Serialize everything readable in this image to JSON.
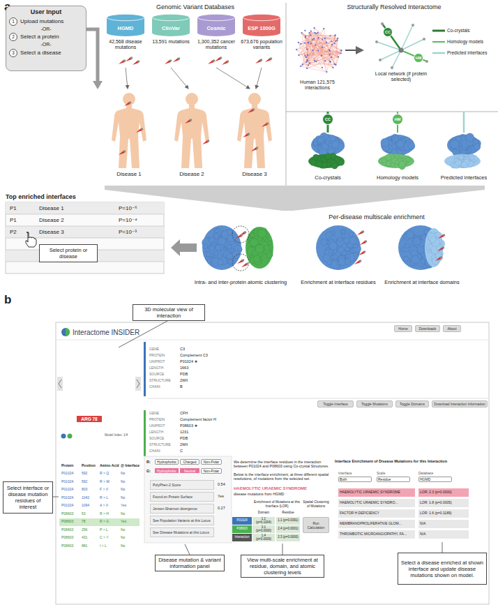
{
  "diagram": {
    "nodes": [
      {
        "text": [
          "User Input",
          "1",
          "Upload mutations",
          "-OR-",
          "2",
          "Select a protein",
          "-OR-",
          "3",
          "Select a disease"
        ]
      },
      {
        "text": [
          "HGMD"
        ]
      },
      {
        "text": [
          "ClinVar"
        ]
      },
      {
        "text": [
          "Cosmic"
        ]
      },
      {
        "text": [
          "ESP 1000G"
        ]
      },
      {
        "text": [
          "CC"
        ]
      },
      {
        "text": [
          "HM"
        ]
      },
      {
        "text": [
          "CC"
        ]
      },
      {
        "text": [
          "HM"
        ]
      },
      {
        "text": [
          "Select protein or disease"
        ]
      },
      {
        "text": [
          "3D molecular view of interaction"
        ]
      },
      {
        "text": [
          "Home"
        ]
      },
      {
        "text": [
          "Downloads"
        ]
      },
      {
        "text": [
          "About"
        ]
      },
      {
        "text": [
          "Toggle Interface"
        ]
      },
      {
        "text": [
          "Toggle Mutations"
        ]
      },
      {
        "text": [
          "Toggle Domains"
        ]
      },
      {
        "text": [
          "Download Interaction Information"
        ]
      },
      {
        "text": [
          "Select interface or disease mutation residues of interest"
        ]
      },
      {
        "text": [
          "PolyPhen-2 Score"
        ]
      },
      {
        "text": [
          "Found on Protein Surface"
        ]
      },
      {
        "text": [
          "Jensen-Shannon divergence"
        ]
      },
      {
        "text": [
          "See Population Variants at this Locus"
        ]
      },
      {
        "text": [
          "See Disease Mutations at this Locus"
        ]
      },
      {
        "text": [
          "Run Calculation"
        ]
      },
      {
        "text": [
          "Disease mutation & variant information panel"
        ]
      },
      {
        "text": [
          "View multi-scale enrichment at residue, domain, and atomic clustering levels"
        ]
      },
      {
        "text": [
          "Select a disease enriched at shown interface and update disease mutations shown on model."
        ]
      }
    ],
    "labels": [
      "a",
      "Genomic Variant Databases",
      "42,568 disease mutations",
      "13,591 mutations",
      "1,300,352 cancer mutations",
      "673,676 population variants",
      "Disease 1",
      "Disease 2",
      "Disease 3",
      "Structurally Resolved Interactome",
      "Human 121,575 interactions",
      "Local network (if protein selected)",
      "Co-crystals",
      "Homology models",
      "Predicted interfaces",
      "Top enriched interfaces",
      "P1",
      "Disease 1",
      "P=10⁻⁶",
      "P1",
      "Disease 2",
      "P=10⁻⁴",
      "P2",
      "Disease 3",
      "P=10⁻³",
      "Per-disease multiscale enrichment",
      "Intra- and inter-protein atomic clustering",
      "Enrichment at interface residues",
      "Enrichment at interface domains",
      "b",
      "Interactome INSIDER",
      "ARG 78",
      "Model Index: 1/4",
      "GENE",
      "C3",
      "PROTEIN",
      "Complement C3",
      "UNIPROT",
      "P01024 ★",
      "LENGTH",
      "1663",
      "SOURCE",
      "PDB",
      "STRUCTURE",
      "2WII",
      "CHAIN",
      "B",
      "GENE",
      "CFH",
      "PROTEIN",
      "Complement factor H",
      "UNIPROT",
      "P08603 ★",
      "LENGTH",
      "1231",
      "SOURCE",
      "PDB",
      "STRUCTURE",
      "2WII",
      "CHAIN",
      "C",
      "Protein",
      "Position",
      "Amino Acid",
      "@ Interface",
      "P01024",
      "592",
      "R > Q",
      "No",
      "P01024",
      "592",
      "R > W",
      "No",
      "P01024",
      "803",
      "F > V",
      "No",
      "P01024",
      "1042",
      "R > L",
      "No",
      "P01024",
      "1094",
      "A > V",
      "Yes",
      "P08603",
      "53",
      "R > H",
      "No",
      "P08603",
      "78",
      "R > G",
      "Yes",
      "P08603",
      "256",
      "P > L",
      "No",
      "P08603",
      "431",
      "C > Y",
      "No",
      "P08603",
      "881",
      "I > L",
      "No",
      "R:",
      "Hydrophobic",
      "Charged",
      "Non-Polar",
      "G:",
      "Hydrophobic",
      "Neutral",
      "Non-Polar",
      "0.54",
      "Yes",
      "0.27",
      "We determine the interface residues in the interaction between P01024 and P08603 using Co-crystal Structures.",
      "Below is the interface enrichment, at three different spatial resolutions, of mutations from the selected set:",
      "HAEMOLYTIC URAEMIC SYNDROME",
      "disease mutations from HGMD",
      "Enrichment of Mutations at this Interface (LOR)",
      "Domain",
      "Residue",
      "Spatial Clustering of Mutations",
      "P01024",
      "1.1 (p=0.1004)",
      "1.1 (p=0.0391)",
      "P08603",
      "3.1 (p=0.0000)",
      "2.4 (p=0.0001)",
      "Interaction",
      "1.4 (p=0.0009)",
      "2.3 (p=0.0000)",
      "Interface Enrichment of Disease Mutations for this Interaction",
      "Interface",
      "Scale",
      "Database",
      "Both",
      "Residue",
      "HGMD",
      "HAEMOLYTIC URAEMIC SYNDROME",
      "LOR: 2.3 (p=0.0000)",
      "HAEMOLYTIC URAEMIC SYNDRO...",
      "LOR: 1.8 (p=0.0005)",
      "FACTOR H DEFICIENCY",
      "LOR: 1.6 (p=0.1189)",
      "MEMBRANOPROLIFERATIVE GLOM...",
      "N/A",
      "THROMBOTIC MICROANGIOPATHY, FA...",
      "N/A"
    ],
    "legend": [
      {
        "text": "Co-crystals"
      },
      {
        "text": "Homology models"
      },
      {
        "text": "Predicted interfaces"
      }
    ]
  }
}
